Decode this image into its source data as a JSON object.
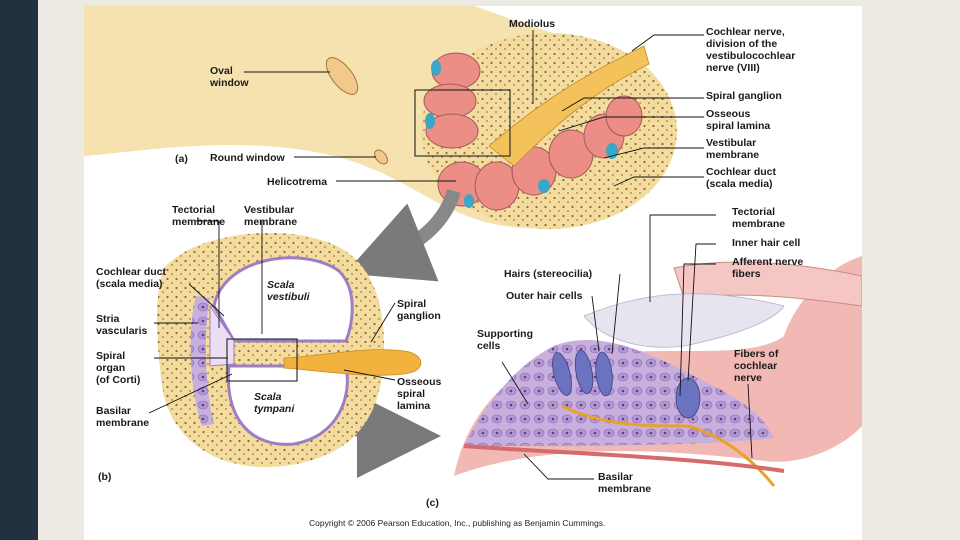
{
  "colors": {
    "accent_bar": "#22313f",
    "bone": "#f3dc9e",
    "duct": "#e48a86",
    "membrane": "#c0a8d8",
    "nerve": "#f0b640"
  },
  "panel_a": {
    "tag": "(a)",
    "labels": {
      "modiolus": "Modiolus",
      "cochlear_nerve": [
        "Cochlear nerve,",
        "division of the",
        "vestibulocochlear",
        "nerve (VIII)"
      ],
      "oval_window": [
        "Oval",
        "window"
      ],
      "spiral_ganglion": "Spiral ganglion",
      "osseous_spiral_lamina": [
        "Osseous",
        "spiral lamina"
      ],
      "round_window": "Round window",
      "vestibular_membrane": [
        "Vestibular",
        "membrane"
      ],
      "helicotrema": "Helicotrema",
      "cochlear_duct": [
        "Cochlear duct",
        "(scala media)"
      ]
    }
  },
  "panel_b": {
    "tag": "(b)",
    "labels": {
      "tectorial_membrane": [
        "Tectorial",
        "membrane"
      ],
      "vestibular_membrane": [
        "Vestibular",
        "membrane"
      ],
      "cochlear_duct": [
        "Cochlear duct",
        "(scala media)"
      ],
      "scala_vestibuli": [
        "Scala",
        "vestibuli"
      ],
      "stria_vascularis": [
        "Stria",
        "vascularis"
      ],
      "spiral_ganglion": [
        "Spiral",
        "ganglion"
      ],
      "spiral_organ": [
        "Spiral",
        "organ",
        "(of Corti)"
      ],
      "osseous_spiral_lamina": [
        "Osseous",
        "spiral",
        "lamina"
      ],
      "basilar_membrane": [
        "Basilar",
        "membrane"
      ],
      "scala_tympani": [
        "Scala",
        "tympani"
      ]
    }
  },
  "panel_c": {
    "tag": "(c)",
    "labels": {
      "tectorial_membrane": [
        "Tectorial",
        "membrane"
      ],
      "inner_hair_cell": "Inner hair cell",
      "hairs": "Hairs (stereocilia)",
      "afferent_nerve_fibers": [
        "Afferent nerve",
        "fibers"
      ],
      "outer_hair_cells": "Outer hair cells",
      "supporting_cells": [
        "Supporting",
        "cells"
      ],
      "fibers_cochlear_nerve": [
        "Fibers of",
        "cochlear",
        "nerve"
      ],
      "basilar_membrane": [
        "Basilar",
        "membrane"
      ]
    }
  },
  "copyright": "Copyright © 2006 Pearson Education, Inc., publishing as Benjamin Cummings."
}
